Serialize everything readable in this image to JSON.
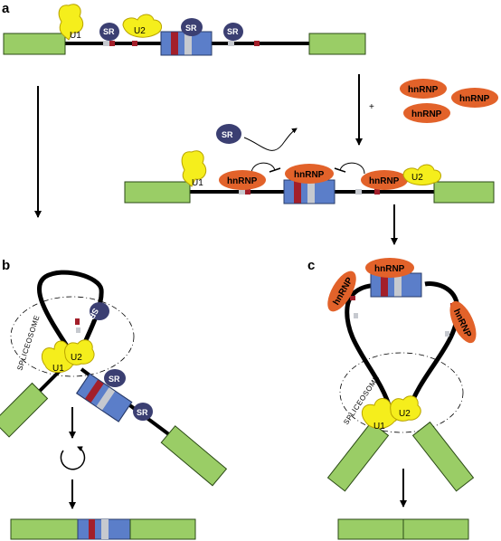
{
  "panels": {
    "a": "a",
    "b": "b",
    "c": "c"
  },
  "labels": {
    "u1": "U1",
    "u2": "U2",
    "sr": "SR",
    "hnrnp": "hnRNP",
    "plus": "+",
    "spliceosome": "SPLICEOSOME"
  },
  "colors": {
    "exon": "#9acd66",
    "exon_border": "#2b4a16",
    "snrnp": "#f5ee1c",
    "sr": "#3b3f72",
    "hnrnp": "#e2622a",
    "element_blue": "#5b7ec9",
    "element_red": "#a31f2a",
    "element_grey": "#c6c9cf"
  }
}
